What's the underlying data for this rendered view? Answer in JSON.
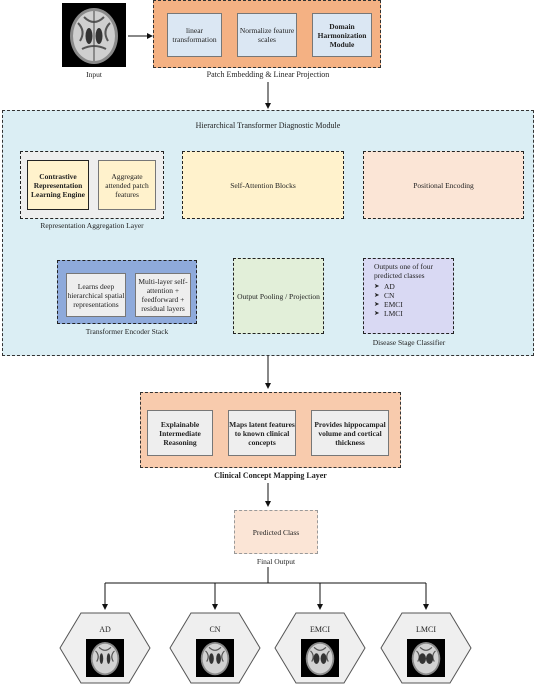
{
  "colors": {
    "patch_band": "#f4b183",
    "module_bg": "#dbeef4",
    "representation_bg": "#eeeeee",
    "engine_bg": "#fff2cc",
    "self_attention_bg": "#fff2cc",
    "positional_bg": "#fbe5d6",
    "encoder_bg": "#8eaadb",
    "pooling_bg": "#e2efd9",
    "classifier_bg": "#d9d9f3",
    "clinical_band": "#f8cbad",
    "predicted_bg": "#fbe5d6",
    "hexagon_bg": "#efefef"
  },
  "input": {
    "label": "Input"
  },
  "patch": {
    "title": "Patch Embedding & Linear Projection",
    "linear": "linear transformation",
    "normalize": "Normalize feature scales",
    "harmonization": "Domain Harmonization Module"
  },
  "module": {
    "title": "Hierarchical Transformer Diagnostic Module",
    "representation": {
      "label": "Representation Aggregation Layer",
      "engine": "Contrastive Representation Learning Engine",
      "aggregate": "Aggregate attended patch features"
    },
    "self_attention": "Self-Attention Blocks",
    "positional": "Positional Encoding",
    "encoder": {
      "label": "Transformer Encoder Stack",
      "learns": "Learns deep hierarchical spatial representations",
      "multilayer": "Multi-layer self-attention + feedforward + residual layers"
    },
    "pooling": "Output Pooling / Projection",
    "classifier": {
      "label": "Disease Stage Classifier",
      "intro": "Outputs one of four predicted classes",
      "classes": [
        "AD",
        "CN",
        "EMCI",
        "LMCI"
      ]
    }
  },
  "clinical": {
    "label": "Clinical Concept Mapping Layer",
    "explainable": "Explainable Intermediate Reasoning",
    "maps": "Maps latent features to known clinical concepts",
    "provides": "Provides hippocampal volume and cortical thickness"
  },
  "predicted": {
    "text": "Predicted Class",
    "label": "Final Output"
  },
  "outcomes": [
    "AD",
    "CN",
    "EMCI",
    "LMCI"
  ]
}
